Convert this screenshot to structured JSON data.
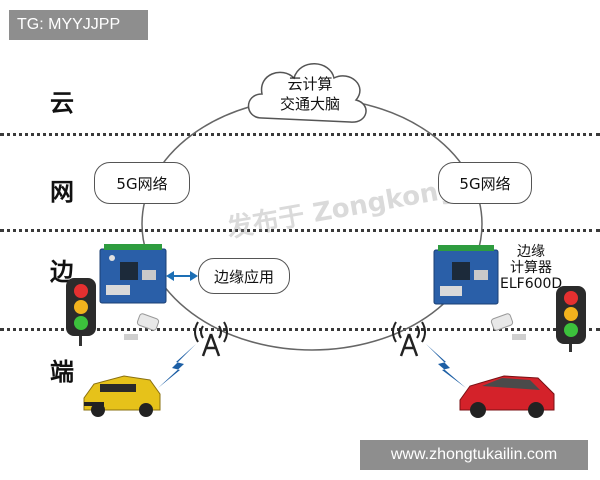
{
  "tag": "TG: MYYJJPP",
  "site": "www.zhongtukailin.com",
  "layers": [
    "云",
    "网",
    "边",
    "端"
  ],
  "cloud_label": [
    "云计算",
    "交通大脑"
  ],
  "network_left": "5G网络",
  "network_right": "5G网络",
  "edge_app": "边缘应用",
  "edge_device": [
    "边缘",
    "计算器",
    "ELF600D"
  ],
  "watermark": "发布于 Zongkong ®",
  "colors": {
    "board": "#2a5fa8",
    "car_left": "#e6c21a",
    "car_right": "#d4222a",
    "signal": "#1d5fa5",
    "antenna": "#222222"
  }
}
